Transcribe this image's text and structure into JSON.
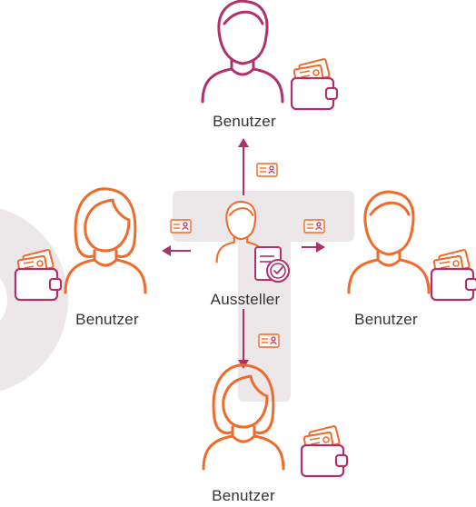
{
  "colors": {
    "magenta": "#b0306c",
    "orange": "#ef6a2b",
    "watermark": "#ece8ea",
    "text": "#333333"
  },
  "nodes": {
    "issuer": {
      "label": "Aussteller",
      "role": "issuer"
    },
    "user_top": {
      "label": "Benutzer",
      "style": "male",
      "color": "magenta"
    },
    "user_left": {
      "label": "Benutzer",
      "style": "female",
      "color": "orange"
    },
    "user_right": {
      "label": "Benutzer",
      "style": "male",
      "color": "orange"
    },
    "user_bottom": {
      "label": "Benutzer",
      "style": "female",
      "color": "orange"
    }
  },
  "edges": [
    {
      "from": "issuer",
      "to": "user_top",
      "carries": "credential-icon"
    },
    {
      "from": "issuer",
      "to": "user_left",
      "carries": "credential-icon"
    },
    {
      "from": "issuer",
      "to": "user_right",
      "carries": "credential-icon"
    },
    {
      "from": "issuer",
      "to": "user_bottom",
      "carries": "credential-icon"
    }
  ],
  "icons": [
    "person-icon",
    "wallet-icon",
    "id-card-icon",
    "certificate-icon",
    "checkmark-badge-icon",
    "arrow-icon"
  ]
}
